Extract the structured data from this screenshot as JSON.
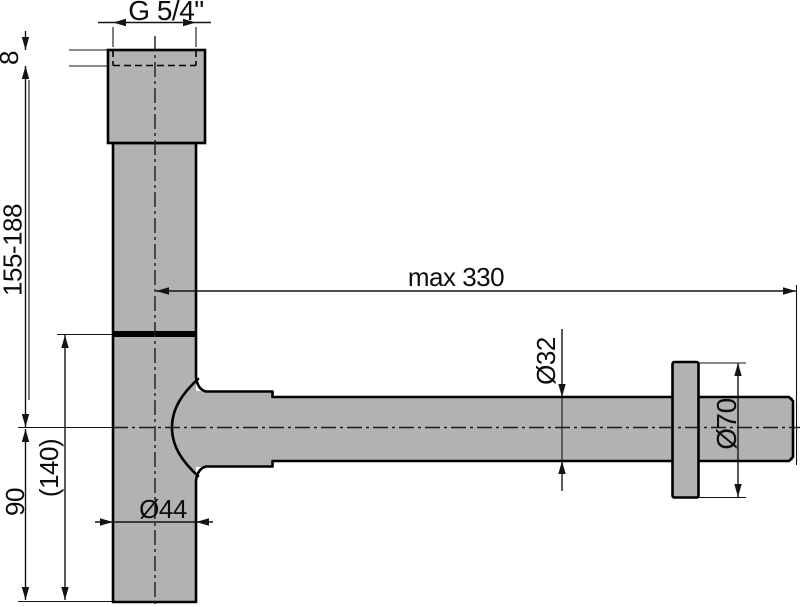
{
  "drawing": {
    "type": "technical-dimension-drawing",
    "subject": "design bottle siphon (trap) with vertical body, wall outlet pipe and rosette flange",
    "colors": {
      "body_fill": "#b2b2b2",
      "line": "#000000",
      "dim_line": "#141414",
      "background": "#ffffff",
      "text": "#0d0d0d"
    },
    "dimensions": {
      "thread": "G 5/4\"",
      "cap_height": "8",
      "height_range": "155-188",
      "max_reach": "max 330",
      "pipe_diameter": "Ø32",
      "flange_diameter": "Ø70",
      "body_depth": "(140)",
      "outlet_height": "90",
      "body_diameter": "Ø44"
    }
  }
}
